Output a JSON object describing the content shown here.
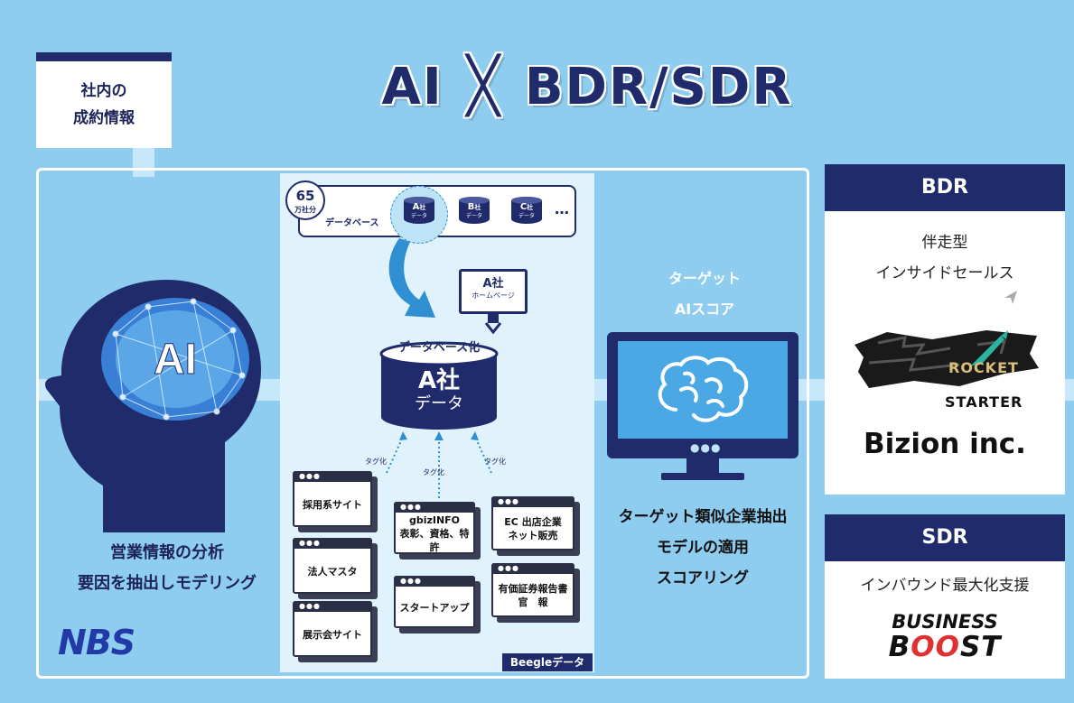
{
  "header": {
    "title_left": "AI",
    "title_x": "╳",
    "title_right": "BDR/SDR"
  },
  "note": {
    "text": "社内の\n成約情報"
  },
  "left": {
    "brain_text": "AI",
    "caption_line1": "営業情報の分析",
    "caption_line2": "要因を抽出しモデリング",
    "logo": "NBS"
  },
  "center": {
    "badge_number": "65",
    "badge_unit": "万社分",
    "db_label": "データベース",
    "mini_dbs": [
      {
        "letter": "A",
        "suffix": "社",
        "sub": "データ"
      },
      {
        "letter": "B",
        "suffix": "社",
        "sub": "データ"
      },
      {
        "letter": "C",
        "suffix": "社",
        "sub": "データ"
      }
    ],
    "ellipsis": "…",
    "homepage_title": "A社",
    "homepage_sub": "ホームページ",
    "db_top_label": "データベース化",
    "db_main": "A社",
    "db_sub": "データ",
    "tag_label": "タグ化",
    "sources_col1": [
      "採用系サイト",
      "法人マスタ",
      "展示会サイト"
    ],
    "sources_col2": [
      "gbizINFO\n表彰、資格、特許",
      "スタートアップ"
    ],
    "sources_col3": [
      "EC 出店企業\nネット販売",
      "有価証券報告書\n官　報"
    ],
    "window_dots": "●●●",
    "brand": "Beegleデータ"
  },
  "right": {
    "title": "ターゲット\nAIスコア",
    "caption": "ターゲット類似企業抽出\nモデルの適用\nスコアリング",
    "monitor_dots": "●●●"
  },
  "bdr": {
    "head": "BDR",
    "sub": "伴走型\nインサイドセールス",
    "rocket_line1": "ROCKET",
    "rocket_line2": "STARTER",
    "company": "Bizion inc."
  },
  "sdr": {
    "head": "SDR",
    "sub": "インバウンド最大化支援",
    "logo_line1": "BUSINESS",
    "logo_b": "B",
    "logo_oo": "OO",
    "logo_st": "ST"
  },
  "colors": {
    "background": "#8ecdf0",
    "navy": "#1f2b6b",
    "accent_blue": "#4aa8e4",
    "logo_blue": "#2239a8",
    "boost_red": "#e03030"
  }
}
